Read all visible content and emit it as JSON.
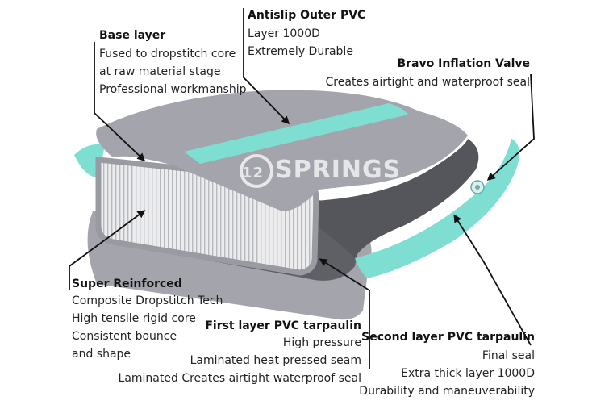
{
  "watermark": {
    "badge": "12",
    "text": "SPRINGS"
  },
  "callouts": {
    "base_layer": {
      "title": "Base layer",
      "lines": [
        "Fused to dropstitch core",
        "at raw material stage",
        "Professional workmanship"
      ]
    },
    "antislip": {
      "title": "Antislip Outer PVC",
      "lines": [
        "Layer 1000D",
        "Extremely Durable"
      ]
    },
    "valve": {
      "title": "Bravo Inflation Valve",
      "lines": [
        "Creates airtight and waterproof seal"
      ]
    },
    "super_reinforced": {
      "title": "Super Reinforced",
      "lines": [
        "Composite Dropstitch Tech",
        "High tensile rigid core",
        "Consistent bounce",
        "and shape"
      ]
    },
    "first_layer": {
      "title": "First layer PVC tarpaulin",
      "lines": [
        "High pressure",
        "Laminated heat pressed seam",
        "Laminated Creates airtight waterproof seal"
      ]
    },
    "second_layer": {
      "title": "Second layer PVC tarpaulin",
      "lines": [
        "Final seal",
        "Extra thick layer 1000D",
        "Durability and maneuverability"
      ]
    }
  },
  "colors": {
    "outer_gray": "#a3a4ac",
    "dark_gray": "#6e6f76",
    "teal": "#7fded2",
    "core": "#e9e9ec"
  }
}
